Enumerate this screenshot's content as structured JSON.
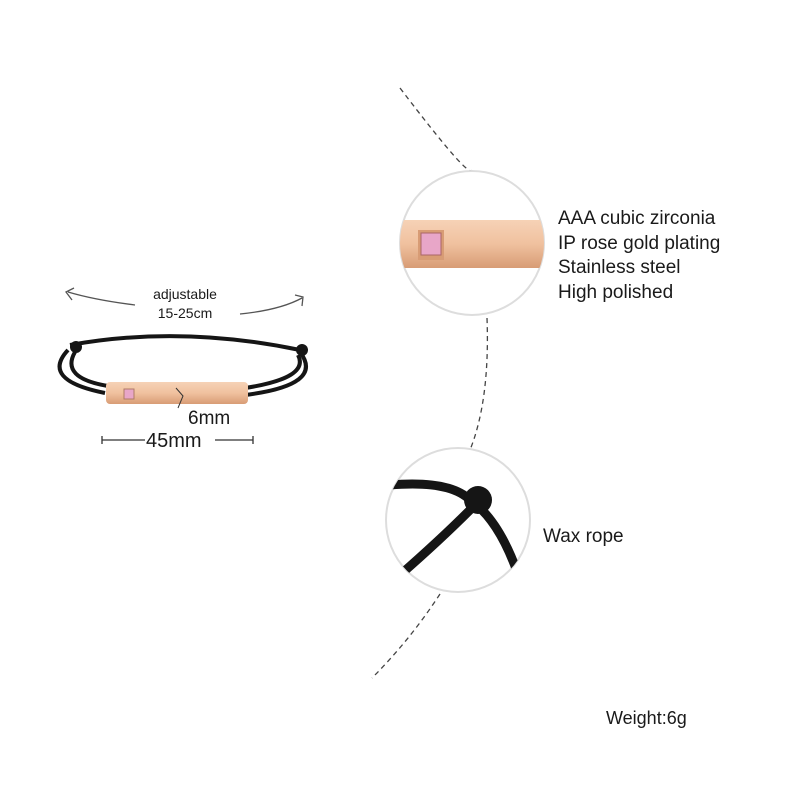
{
  "bracelet": {
    "adjustable_label": "adjustable",
    "size_range": "15-25cm",
    "width_label": "6mm",
    "length_label": "45mm"
  },
  "features": [
    "AAA cubic zirconia",
    "IP rose gold plating",
    "Stainless steel",
    "High polished"
  ],
  "rope_label": "Wax rope",
  "weight_label": "Weight:6g",
  "colors": {
    "rose_gold": "#f1c2a0",
    "stone": "#e8a6c8",
    "rope": "#151515"
  }
}
